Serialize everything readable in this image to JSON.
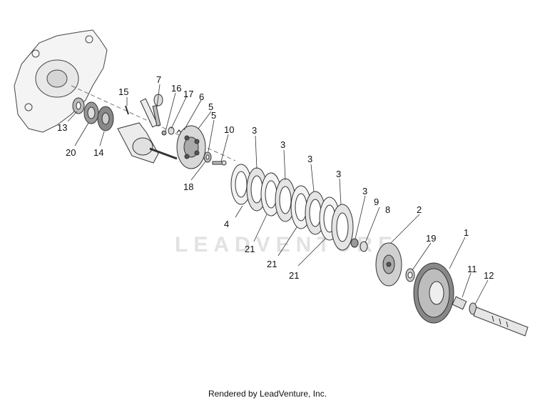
{
  "watermark": "LEADVENTURE",
  "footer": "Rendered by LeadVenture, Inc.",
  "callouts": {
    "p1": "1",
    "p2": "2",
    "p3a": "3",
    "p3b": "3",
    "p3c": "3",
    "p3d": "3",
    "p3e": "3",
    "p4": "4",
    "p5a": "5",
    "p5b": "5",
    "p6": "6",
    "p7": "7",
    "p8": "8",
    "p9": "9",
    "p10": "10",
    "p11": "11",
    "p12": "12",
    "p13": "13",
    "p14": "14",
    "p15": "15",
    "p16": "16",
    "p17": "17",
    "p18": "18",
    "p19": "19",
    "p20": "20",
    "p21a": "21",
    "p21b": "21",
    "p21c": "21"
  }
}
